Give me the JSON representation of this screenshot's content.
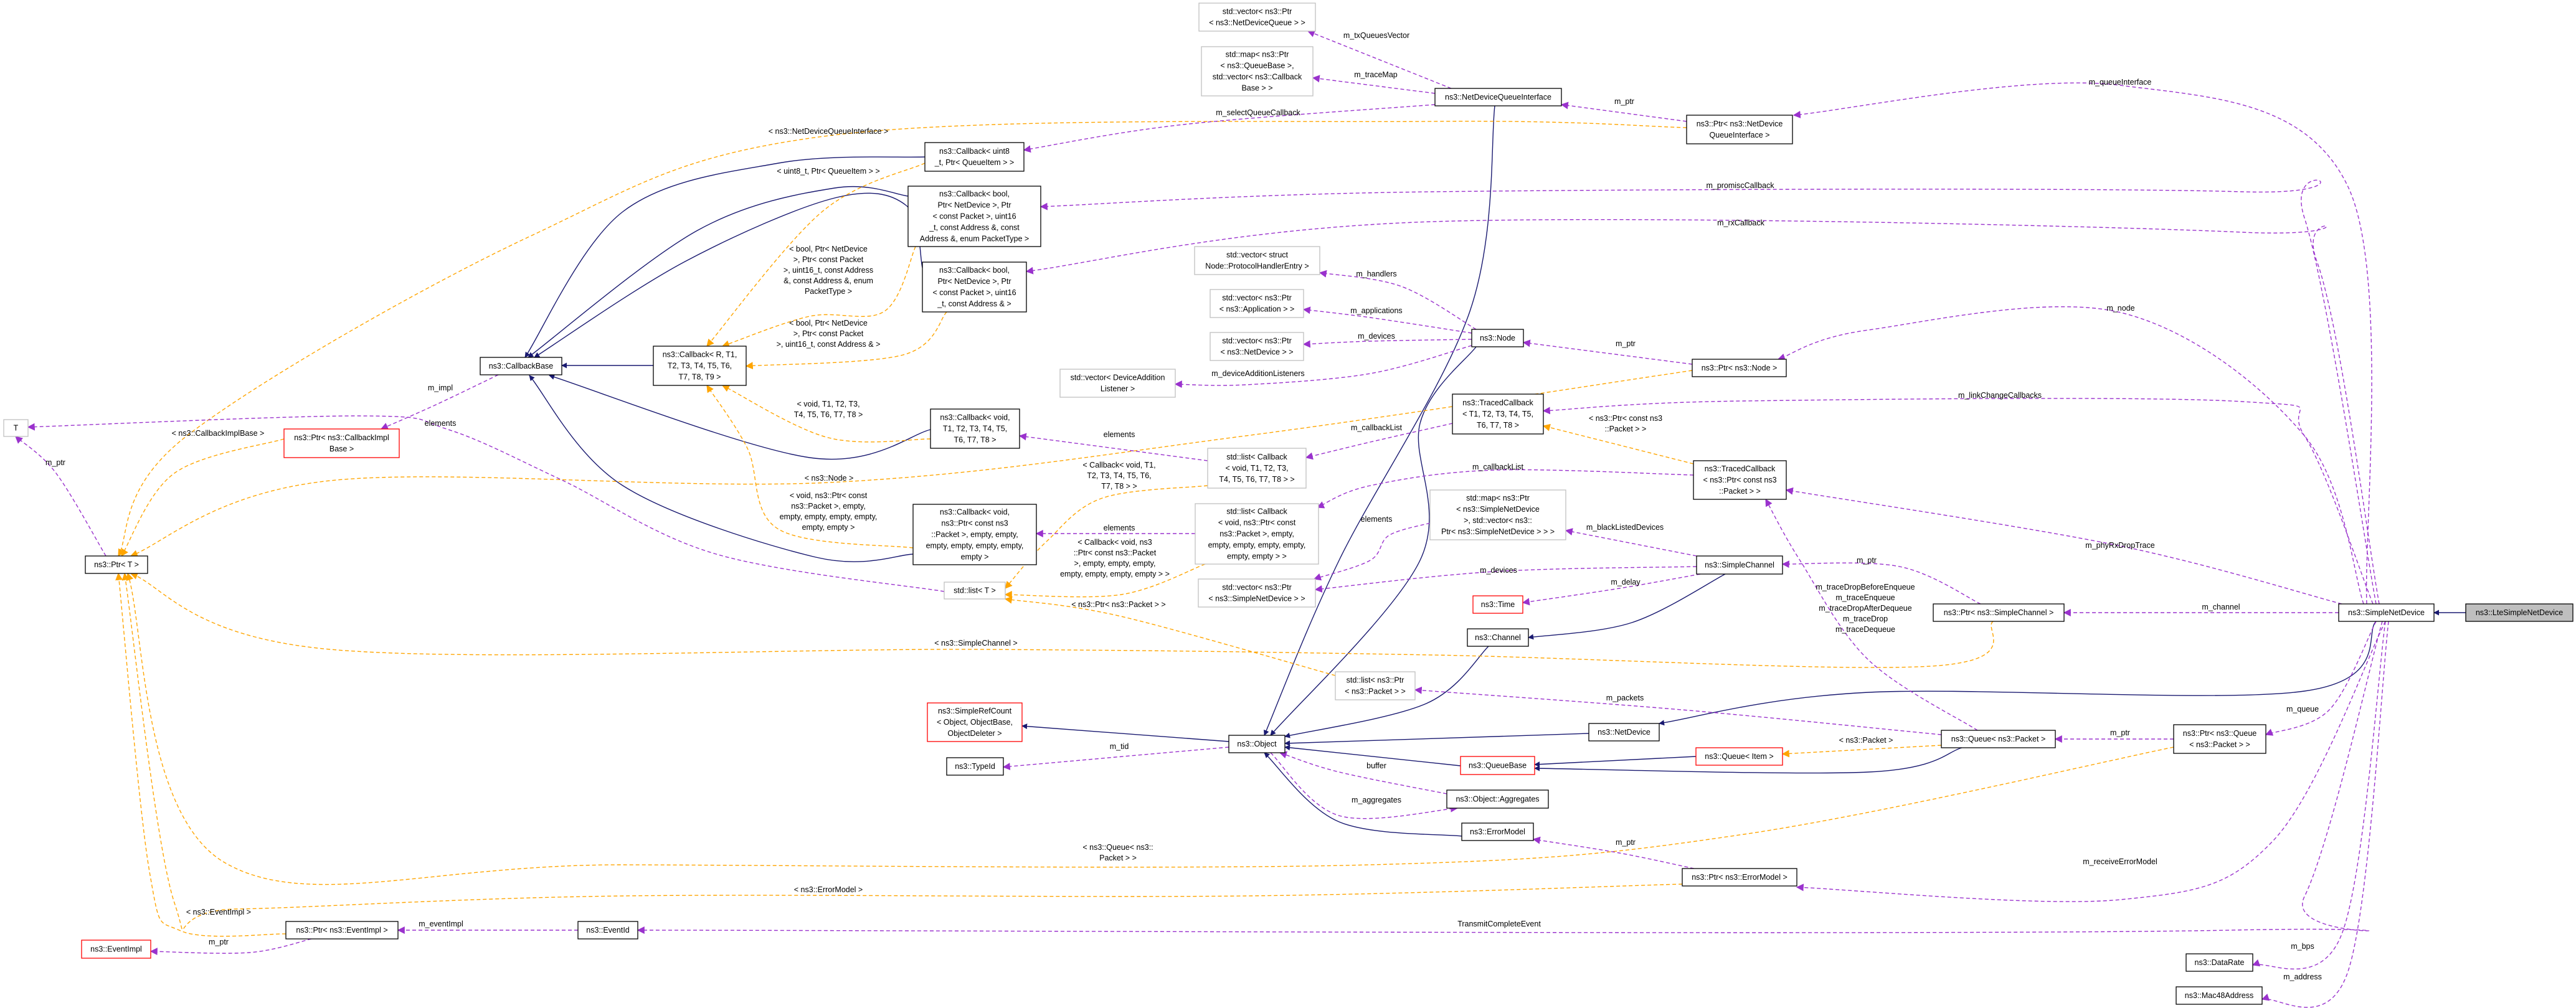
{
  "title": "ns3::LteSimpleNetDevice collaboration diagram",
  "colors": {
    "inheritance": "#191970",
    "usage": "#9a32cd",
    "template": "#ffa500",
    "highlight_fill": "#bfbfbf",
    "undocumented_border": "#ff0000"
  },
  "nodes": [
    {
      "id": "cb",
      "style": "normal",
      "lines": [
        "ns3::CallbackBase"
      ]
    },
    {
      "id": "cbR",
      "style": "normal",
      "lines": [
        "ns3::Callback< R, T1,",
        "T2, T3, T4, T5, T6,",
        "T7, T8, T9 >"
      ]
    },
    {
      "id": "T",
      "style": "gray",
      "lines": [
        "T"
      ]
    },
    {
      "id": "vNDQ",
      "style": "gray",
      "lines": [
        "std::vector< ns3::Ptr",
        "< ns3::NetDeviceQueue > >"
      ]
    },
    {
      "id": "mapQB",
      "style": "gray",
      "lines": [
        "std::map< ns3::Ptr",
        "< ns3::QueueBase >,",
        "std::vector< ns3::Callback",
        "Base > >"
      ]
    },
    {
      "id": "ndqi",
      "style": "normal",
      "lines": [
        "ns3::NetDeviceQueueInterface"
      ]
    },
    {
      "id": "pNdqi",
      "style": "normal",
      "lines": [
        "ns3::Ptr< ns3::NetDevice",
        "QueueInterface >"
      ]
    },
    {
      "id": "cbU8",
      "style": "normal",
      "lines": [
        "ns3::Callback< uint8",
        "_t, Ptr< QueueItem > >"
      ]
    },
    {
      "id": "cbPT",
      "style": "normal",
      "lines": [
        "ns3::Callback< bool,",
        "Ptr< NetDevice >, Ptr",
        "< const Packet >, uint16",
        "_t, const Address &, const",
        "Address &, enum PacketType >"
      ]
    },
    {
      "id": "cbAd",
      "style": "normal",
      "lines": [
        "ns3::Callback< bool,",
        "Ptr< NetDevice >, Ptr",
        "< const Packet >, uint16",
        "_t, const Address & >"
      ]
    },
    {
      "id": "vPHE",
      "style": "gray",
      "lines": [
        "std::vector< struct",
        "Node::ProtocolHandlerEntry >"
      ]
    },
    {
      "id": "vApp",
      "style": "gray",
      "lines": [
        "std::vector< ns3::Ptr",
        "< ns3::Application > >"
      ]
    },
    {
      "id": "vND",
      "style": "gray",
      "lines": [
        "std::vector< ns3::Ptr",
        "< ns3::NetDevice > >"
      ]
    },
    {
      "id": "node",
      "style": "normal",
      "lines": [
        "ns3::Node"
      ]
    },
    {
      "id": "vDAL",
      "style": "gray",
      "lines": [
        "std::vector< DeviceAddition",
        "Listener >"
      ]
    },
    {
      "id": "pNode",
      "style": "normal",
      "lines": [
        "ns3::Ptr< ns3::Node >"
      ]
    },
    {
      "id": "tcT",
      "style": "normal",
      "lines": [
        "ns3::TracedCallback",
        "< T1, T2, T3, T4, T5,",
        "T6, T7, T8 >"
      ]
    },
    {
      "id": "cbV",
      "style": "normal",
      "lines": [
        "ns3::Callback< void,",
        "T1, T2, T3, T4, T5,",
        "T6, T7, T8 >"
      ]
    },
    {
      "id": "lCbV",
      "style": "gray",
      "lines": [
        "std::list< Callback",
        "< void, T1, T2, T3,",
        "T4, T5, T6, T7, T8 > >"
      ]
    },
    {
      "id": "cbVP",
      "style": "normal",
      "lines": [
        "ns3::Callback< void,",
        "ns3::Ptr< const ns3",
        "::Packet >, empty, empty,",
        "empty, empty, empty, empty,",
        "empty >"
      ]
    },
    {
      "id": "lCbVP",
      "style": "gray",
      "lines": [
        "std::list< Callback",
        "< void, ns3::Ptr< const",
        "ns3::Packet >, empty,",
        "empty, empty, empty, empty,",
        "empty, empty > >"
      ]
    },
    {
      "id": "mapSND",
      "style": "gray",
      "lines": [
        "std::map< ns3::Ptr",
        "< ns3::SimpleNetDevice",
        ">, std::vector< ns3::",
        "Ptr< ns3::SimpleNetDevice > > >"
      ]
    },
    {
      "id": "lT",
      "style": "gray",
      "lines": [
        "std::list< T >"
      ]
    },
    {
      "id": "vSND",
      "style": "gray",
      "lines": [
        "std::vector< ns3::Ptr",
        "< ns3::SimpleNetDevice > >"
      ]
    },
    {
      "id": "time",
      "style": "red",
      "lines": [
        "ns3::Time"
      ]
    },
    {
      "id": "chan",
      "style": "normal",
      "lines": [
        "ns3::Channel"
      ]
    },
    {
      "id": "sch",
      "style": "normal",
      "lines": [
        "ns3::SimpleChannel"
      ]
    },
    {
      "id": "tcP",
      "style": "normal",
      "lines": [
        "ns3::TracedCallback",
        "< ns3::Ptr< const ns3",
        "::Packet > >"
      ]
    },
    {
      "id": "lPkt",
      "style": "gray",
      "lines": [
        "std::list< ns3::Ptr",
        "< ns3::Packet > >"
      ]
    },
    {
      "id": "src",
      "style": "red",
      "lines": [
        "ns3::SimpleRefCount",
        "< Object, ObjectBase,",
        "ObjectDeleter >"
      ]
    },
    {
      "id": "tid",
      "style": "normal",
      "lines": [
        "ns3::TypeId"
      ]
    },
    {
      "id": "obj",
      "style": "normal",
      "lines": [
        "ns3::Object"
      ]
    },
    {
      "id": "nd",
      "style": "normal",
      "lines": [
        "ns3::NetDevice"
      ]
    },
    {
      "id": "qb",
      "style": "red",
      "lines": [
        "ns3::QueueBase"
      ]
    },
    {
      "id": "qItem",
      "style": "red",
      "lines": [
        "ns3::Queue< Item >"
      ]
    },
    {
      "id": "agg",
      "style": "normal",
      "lines": [
        "ns3::Object::Aggregates"
      ]
    },
    {
      "id": "em",
      "style": "normal",
      "lines": [
        "ns3::ErrorModel"
      ]
    },
    {
      "id": "pEm",
      "style": "normal",
      "lines": [
        "ns3::Ptr< ns3::ErrorModel >"
      ]
    },
    {
      "id": "pCIB",
      "style": "red",
      "lines": [
        "ns3::Ptr< ns3::CallbackImpl",
        "Base >"
      ]
    },
    {
      "id": "pT",
      "style": "normal",
      "lines": [
        "ns3::Ptr< T >"
      ]
    },
    {
      "id": "pEI",
      "style": "normal",
      "lines": [
        "ns3::Ptr< ns3::EventImpl >"
      ]
    },
    {
      "id": "ei",
      "style": "red",
      "lines": [
        "ns3::EventImpl"
      ]
    },
    {
      "id": "eid",
      "style": "normal",
      "lines": [
        "ns3::EventId"
      ]
    },
    {
      "id": "pSch",
      "style": "normal",
      "lines": [
        "ns3::Ptr< ns3::SimpleChannel >"
      ]
    },
    {
      "id": "snd",
      "style": "normal",
      "lines": [
        "ns3::SimpleNetDevice"
      ]
    },
    {
      "id": "lte",
      "style": "filled",
      "lines": [
        "ns3::LteSimpleNetDevice"
      ]
    },
    {
      "id": "qPkt",
      "style": "normal",
      "lines": [
        "ns3::Queue< ns3::Packet >"
      ]
    },
    {
      "id": "pQ",
      "style": "normal",
      "lines": [
        "ns3::Ptr< ns3::Queue",
        "< ns3::Packet > >"
      ]
    },
    {
      "id": "dr",
      "style": "normal",
      "lines": [
        "ns3::DataRate"
      ]
    },
    {
      "id": "mac",
      "style": "normal",
      "lines": [
        "ns3::Mac48Address"
      ]
    }
  ],
  "edges": [
    {
      "id": "e_cbR_cb",
      "kind": "inherit",
      "label": []
    },
    {
      "id": "e_u8_cb",
      "kind": "inherit",
      "label": []
    },
    {
      "id": "e_pt_cb",
      "kind": "inherit",
      "label": []
    },
    {
      "id": "e_ad_cb",
      "kind": "inherit",
      "label": []
    },
    {
      "id": "e_v_cb",
      "kind": "inherit",
      "label": []
    },
    {
      "id": "e_vp_cb",
      "kind": "inherit",
      "label": []
    },
    {
      "id": "e_ndqi_obj",
      "kind": "inherit",
      "label": []
    },
    {
      "id": "e_node_obj",
      "kind": "inherit",
      "label": []
    },
    {
      "id": "e_chan_obj",
      "kind": "inherit",
      "label": []
    },
    {
      "id": "e_sch_chan",
      "kind": "inherit",
      "label": []
    },
    {
      "id": "e_nd_obj",
      "kind": "inherit",
      "label": []
    },
    {
      "id": "e_snd_nd",
      "kind": "inherit",
      "label": []
    },
    {
      "id": "e_qb_obj",
      "kind": "inherit",
      "label": []
    },
    {
      "id": "e_qi_qb",
      "kind": "inherit",
      "label": []
    },
    {
      "id": "e_qp_qb",
      "kind": "inherit",
      "label": []
    },
    {
      "id": "e_obj_src",
      "kind": "inherit",
      "label": []
    },
    {
      "id": "e_em_obj",
      "kind": "inherit",
      "label": []
    },
    {
      "id": "e_lte_snd",
      "kind": "inherit",
      "label": []
    },
    {
      "id": "t_pNdqi_pT",
      "kind": "template",
      "label": [
        "< ns3::NetDeviceQueueInterface >"
      ]
    },
    {
      "id": "t_u8_cbR",
      "kind": "template",
      "label": [
        "< uint8_t, Ptr< QueueItem > >"
      ]
    },
    {
      "id": "t_pt_cbR",
      "kind": "template",
      "label": [
        "< bool, Ptr< NetDevice",
        ">, Ptr< const Packet",
        ">, uint16_t, const Address",
        "&, const Address &, enum",
        "PacketType >"
      ]
    },
    {
      "id": "t_ad_cbR",
      "kind": "template",
      "label": [
        "< bool, Ptr< NetDevice",
        ">, Ptr< const Packet",
        ">, uint16_t, const Address & >"
      ]
    },
    {
      "id": "t_v_cbR",
      "kind": "template",
      "label": [
        "< void, T1, T2, T3,",
        "T4, T5, T6, T7, T8 >"
      ]
    },
    {
      "id": "t_vp_cbR",
      "kind": "template",
      "label": [
        "< void, ns3::Ptr< const",
        "ns3::Packet >, empty,",
        "empty, empty, empty, empty,",
        "empty, empty >"
      ]
    },
    {
      "id": "t_pNode_pT",
      "kind": "template",
      "label": [
        "< ns3::Node >"
      ]
    },
    {
      "id": "t_pCIB_pT",
      "kind": "template",
      "label": [
        "< ns3::CallbackImplBase >"
      ]
    },
    {
      "id": "t_lCbV_lT",
      "kind": "template",
      "label": [
        "< Callback< void, T1,",
        "T2, T3, T4, T5, T6,",
        "T7, T8 > >"
      ]
    },
    {
      "id": "t_lCbVP_lT",
      "kind": "template",
      "label": [
        "< Callback< void, ns3",
        "::Ptr< const ns3::Packet",
        ">, empty, empty, empty,",
        "empty, empty, empty, empty > >"
      ]
    },
    {
      "id": "t_lPkt_lT",
      "kind": "template",
      "label": [
        "< ns3::Ptr< ns3::Packet > >"
      ]
    },
    {
      "id": "t_pSch_pT",
      "kind": "template",
      "label": [
        "< ns3::SimpleChannel >"
      ]
    },
    {
      "id": "t_pQ_pT",
      "kind": "template",
      "label": [
        "< ns3::Queue< ns3::",
        "Packet > >"
      ]
    },
    {
      "id": "t_pEm_pT",
      "kind": "template",
      "label": [
        "< ns3::ErrorModel >"
      ]
    },
    {
      "id": "t_pEI_pT",
      "kind": "template",
      "label": [
        "< ns3::EventImpl >"
      ]
    },
    {
      "id": "t_tcP_tcT",
      "kind": "template",
      "label": [
        "< ns3::Ptr< const ns3",
        "::Packet > >"
      ]
    },
    {
      "id": "t_qP_qI",
      "kind": "template",
      "label": [
        "< ns3::Packet >"
      ]
    },
    {
      "id": "u_txq",
      "kind": "usage",
      "label": [
        "m_txQueuesVector"
      ]
    },
    {
      "id": "u_trace",
      "kind": "usage",
      "label": [
        "m_traceMap"
      ]
    },
    {
      "id": "u_sel",
      "kind": "usage",
      "label": [
        "m_selectQueueCallback"
      ]
    },
    {
      "id": "u_pNdqi_ndqi",
      "kind": "usage",
      "label": [
        "m_ptr"
      ]
    },
    {
      "id": "u_qi",
      "kind": "usage",
      "label": [
        "m_queueInterface"
      ]
    },
    {
      "id": "u_promisc",
      "kind": "usage",
      "label": [
        "m_promiscCallback"
      ]
    },
    {
      "id": "u_rx",
      "kind": "usage",
      "label": [
        "m_rxCallback"
      ]
    },
    {
      "id": "u_handlers",
      "kind": "usage",
      "label": [
        "m_handlers"
      ]
    },
    {
      "id": "u_apps",
      "kind": "usage",
      "label": [
        "m_applications"
      ]
    },
    {
      "id": "u_devs",
      "kind": "usage",
      "label": [
        "m_devices"
      ]
    },
    {
      "id": "u_dal",
      "kind": "usage",
      "label": [
        "m_deviceAdditionListeners"
      ]
    },
    {
      "id": "u_pNode_node",
      "kind": "usage",
      "label": [
        "m_ptr"
      ]
    },
    {
      "id": "u_node",
      "kind": "usage",
      "label": [
        "m_node"
      ]
    },
    {
      "id": "u_link",
      "kind": "usage",
      "label": [
        "m_linkChangeCallbacks"
      ]
    },
    {
      "id": "u_cbl1",
      "kind": "usage",
      "label": [
        "m_callbackList"
      ]
    },
    {
      "id": "u_cbl2",
      "kind": "usage",
      "label": [
        "m_callbackList"
      ]
    },
    {
      "id": "u_phy",
      "kind": "usage",
      "label": [
        "m_phyRxDropTrace"
      ]
    },
    {
      "id": "u_el1",
      "kind": "usage",
      "label": [
        "elements"
      ]
    },
    {
      "id": "u_el2",
      "kind": "usage",
      "label": [
        "elements"
      ]
    },
    {
      "id": "u_el3",
      "kind": "usage",
      "label": [
        "elements"
      ]
    },
    {
      "id": "u_black",
      "kind": "usage",
      "label": [
        "m_blackListedDevices"
      ]
    },
    {
      "id": "u_chdev",
      "kind": "usage",
      "label": [
        "m_devices"
      ]
    },
    {
      "id": "u_delay",
      "kind": "usage",
      "label": [
        "m_delay"
      ]
    },
    {
      "id": "u_pSch_sch",
      "kind": "usage",
      "label": [
        "m_ptr"
      ]
    },
    {
      "id": "u_channel",
      "kind": "usage",
      "label": [
        "m_channel"
      ]
    },
    {
      "id": "u_trq",
      "kind": "usage",
      "label": [
        "m_traceDropBeforeEnqueue",
        "m_traceEnqueue",
        "m_traceDropAfterDequeue",
        "m_traceDrop",
        "m_traceDequeue"
      ]
    },
    {
      "id": "u_pkts",
      "kind": "usage",
      "label": [
        "m_packets"
      ]
    },
    {
      "id": "u_tid",
      "kind": "usage",
      "label": [
        "m_tid"
      ]
    },
    {
      "id": "u_buffer",
      "kind": "usage",
      "label": [
        "buffer"
      ]
    },
    {
      "id": "u_aggr",
      "kind": "usage",
      "label": [
        "m_aggregates"
      ]
    },
    {
      "id": "u_pEm_em",
      "kind": "usage",
      "label": [
        "m_ptr"
      ]
    },
    {
      "id": "u_rem",
      "kind": "usage",
      "label": [
        "m_receiveErrorModel"
      ]
    },
    {
      "id": "u_tce",
      "kind": "usage",
      "label": [
        "TransmitCompleteEvent"
      ]
    },
    {
      "id": "u_eimpl",
      "kind": "usage",
      "label": [
        "m_eventImpl"
      ]
    },
    {
      "id": "u_pEI_ei",
      "kind": "usage",
      "label": [
        "m_ptr"
      ]
    },
    {
      "id": "u_pT_T",
      "kind": "usage",
      "label": [
        "m_ptr"
      ]
    },
    {
      "id": "u_impl",
      "kind": "usage",
      "label": [
        "m_impl"
      ]
    },
    {
      "id": "u_lT_T",
      "kind": "usage",
      "label": [
        "elements"
      ]
    },
    {
      "id": "u_queue",
      "kind": "usage",
      "label": [
        "m_queue"
      ]
    },
    {
      "id": "u_pQ_q",
      "kind": "usage",
      "label": [
        "m_ptr"
      ]
    },
    {
      "id": "u_bps",
      "kind": "usage",
      "label": [
        "m_bps"
      ]
    },
    {
      "id": "u_addr",
      "kind": "usage",
      "label": [
        "m_address"
      ]
    }
  ]
}
